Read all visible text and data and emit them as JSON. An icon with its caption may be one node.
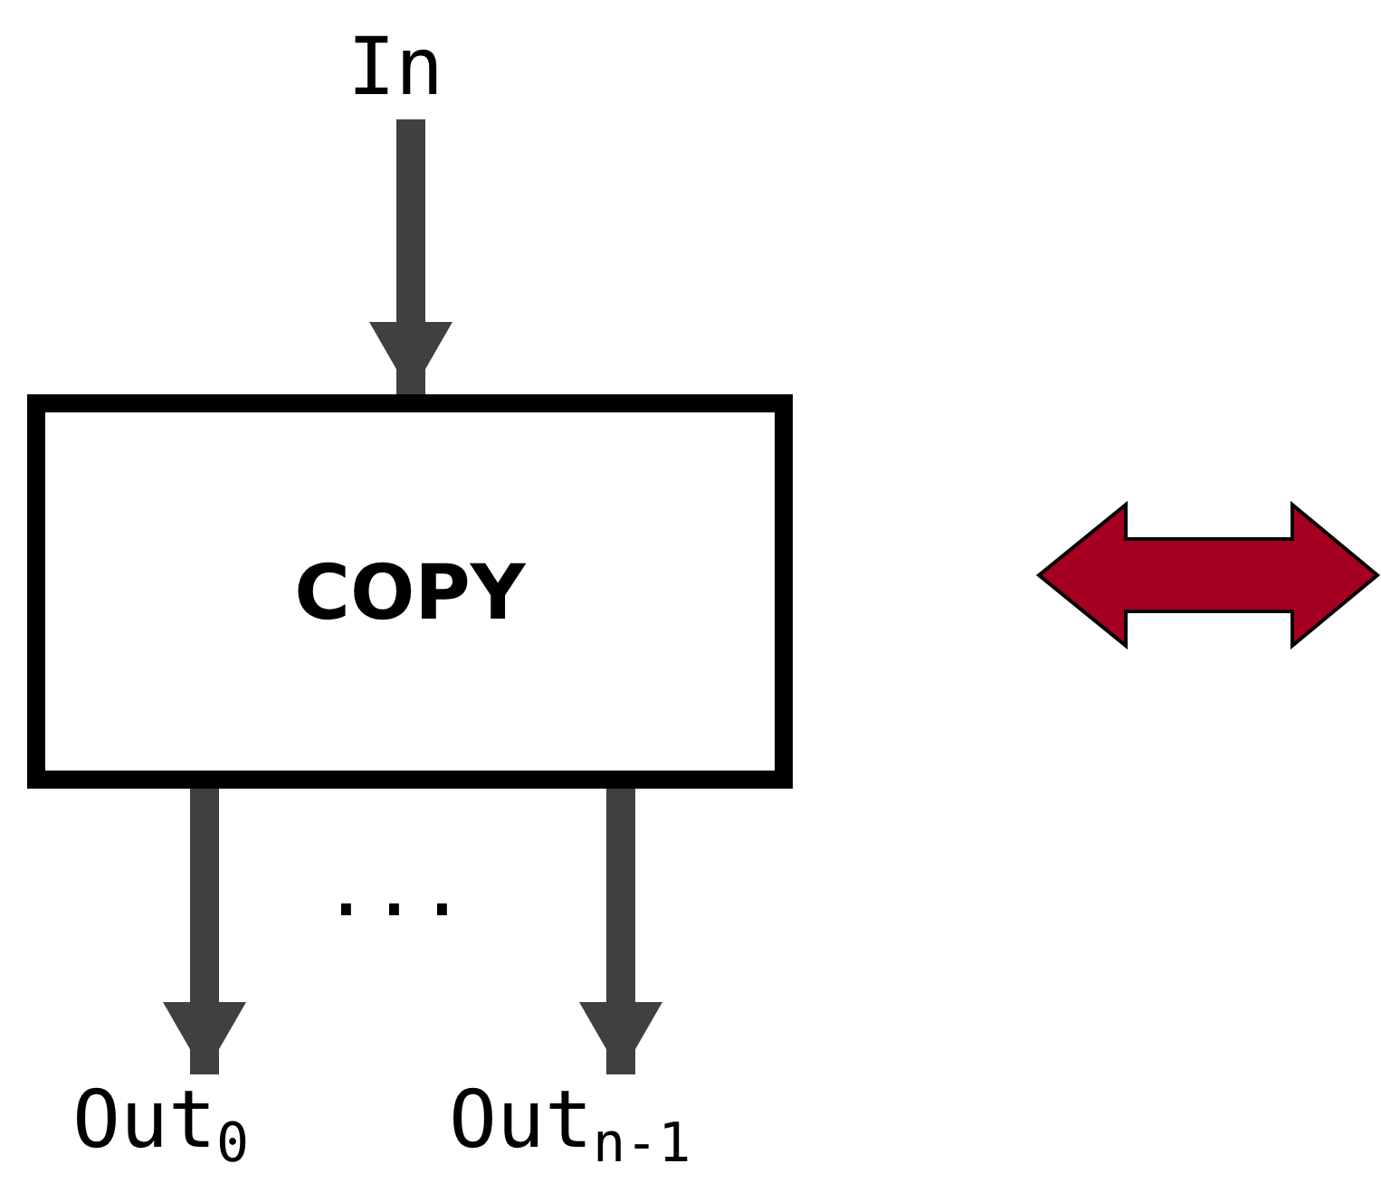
{
  "diagram": {
    "nodes": [
      {
        "text": [
          "In"
        ]
      },
      {
        "text": [
          "COPY"
        ]
      },
      {
        "text": [
          "Out$_{0}$"
        ]
      },
      {
        "text": [
          "Out$_{n-1}$"
        ]
      }
    ],
    "edges": [
      {
        "from": 0,
        "to": 1,
        "arrow": "to"
      },
      {
        "from": 1,
        "to": 2,
        "arrow": "to"
      },
      {
        "from": 1,
        "to": 3,
        "arrow": "to"
      }
    ],
    "labels": [
      "..."
    ]
  }
}
